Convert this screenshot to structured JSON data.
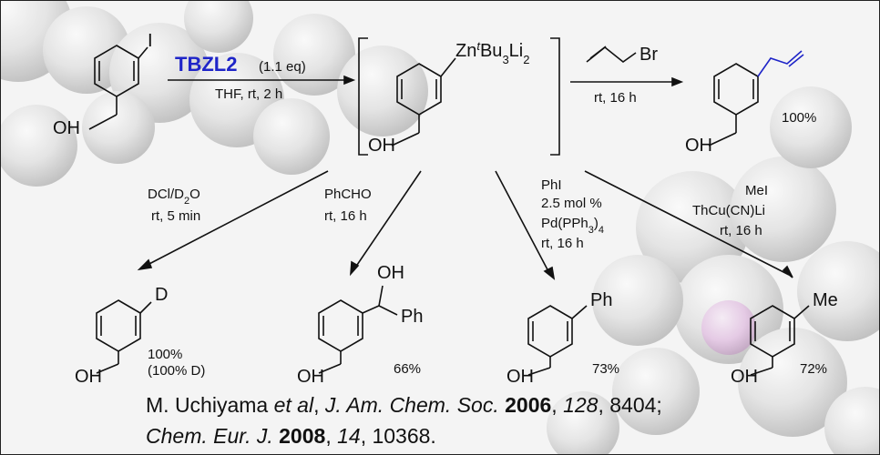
{
  "reactions": {
    "iodination_substrate": {
      "iodo": "I",
      "oh": "OH"
    },
    "step1": {
      "reagent": "TBZL2",
      "equiv": "(1.1 eq)",
      "conditions": "THF, rt, 2 h"
    },
    "zincate": {
      "label_zn": "Zn",
      "label_t": "t",
      "label_bu": "Bu",
      "label_3": "3",
      "label_li": "Li",
      "label_2": "2",
      "oh": "OH"
    },
    "allylation": {
      "br": "Br",
      "conditions": "rt, 16 h",
      "oh": "OH",
      "yield": "100%"
    },
    "deuteration": {
      "reagent_a": "DCl/D",
      "reagent_sub": "2",
      "reagent_b": "O",
      "conditions": "rt, 5 min",
      "atom": "D",
      "oh": "OH",
      "yield": "100%",
      "yield_note": "(100% D)"
    },
    "aldehyde": {
      "reagent": "PhCHO",
      "conditions": "rt, 16 h",
      "oh_top": "OH",
      "ph": "Ph",
      "oh": "OH",
      "yield": "66%"
    },
    "coupling": {
      "reagent": "PhI",
      "loading": "2.5 mol %",
      "cat_a": "Pd(PPh",
      "cat_sub3": "3",
      "cat_b": ")",
      "cat_sub4": "4",
      "conditions": "rt, 16 h",
      "ph": "Ph",
      "oh": "OH",
      "yield": "73%"
    },
    "methylation": {
      "reagent": "MeI",
      "cat": "ThCu(CN)Li",
      "conditions": "rt, 16 h",
      "me": "Me",
      "oh": "OH",
      "yield": "72%"
    }
  },
  "citation": {
    "line1": {
      "authors": "M. Uchiyama ",
      "etal": "et al",
      "sep1": ", ",
      "journal": "J. Am. Chem. Soc.",
      "sep2": " ",
      "year": "2006",
      "sep3": ", ",
      "volume": "128",
      "pages": ", 8404;"
    },
    "line2": {
      "journal": "Chem. Eur. J.",
      "sep1": " ",
      "year": "2008",
      "sep2": ", ",
      "volume": "14",
      "pages": ", 10368."
    }
  },
  "colors": {
    "accent": "#1f25c8",
    "ink": "#111111",
    "frame": "#222222"
  }
}
